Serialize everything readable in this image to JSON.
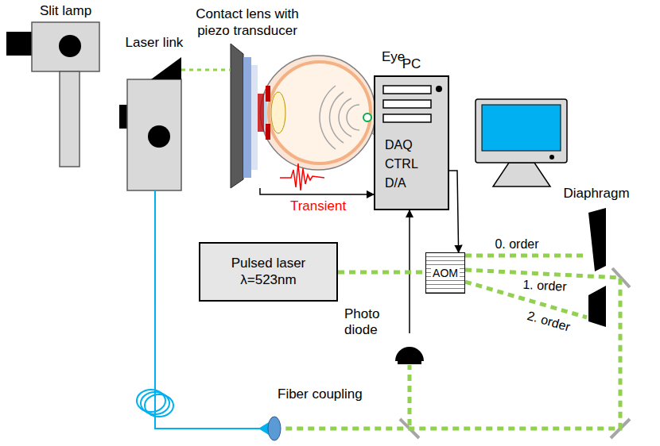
{
  "diagram": {
    "nodes": [
      {
        "text": [
          "Slit lamp"
        ]
      },
      {
        "text": [
          "Laser link"
        ]
      },
      {
        "text": [
          "Contact lens with piezo transducer"
        ]
      },
      {
        "text": [
          "Eye"
        ]
      },
      {
        "text": [
          "PC",
          "DAQ",
          "CTRL",
          "D/A"
        ]
      },
      {
        "text": [
          "Pulsed laser",
          "λ=523nm"
        ]
      },
      {
        "text": [
          "AOM"
        ]
      },
      {
        "text": [
          "Diaphragm"
        ]
      },
      {
        "text": [
          "Photo diode"
        ]
      },
      {
        "text": [
          "Fiber coupling"
        ]
      }
    ],
    "edges": [
      {
        "from": 2,
        "to": 4,
        "arrow": "to",
        "label": "Transient"
      },
      {
        "from": 4,
        "to": 6,
        "arrow": "to"
      },
      {
        "from": 8,
        "to": 4,
        "arrow": "to"
      },
      {
        "from": 5,
        "to": 6,
        "arrow": "none"
      },
      {
        "from": 6,
        "to": 7,
        "arrow": "none"
      },
      {
        "from": 6,
        "to": 9,
        "arrow": "none"
      },
      {
        "from": 6,
        "to": 7,
        "arrow": "none"
      },
      {
        "from": 1,
        "to": 2,
        "arrow": "none"
      },
      {
        "from": 9,
        "to": 1,
        "arrow": "none"
      }
    ],
    "labels": [
      "0. order",
      "1. order",
      "2. order"
    ]
  }
}
